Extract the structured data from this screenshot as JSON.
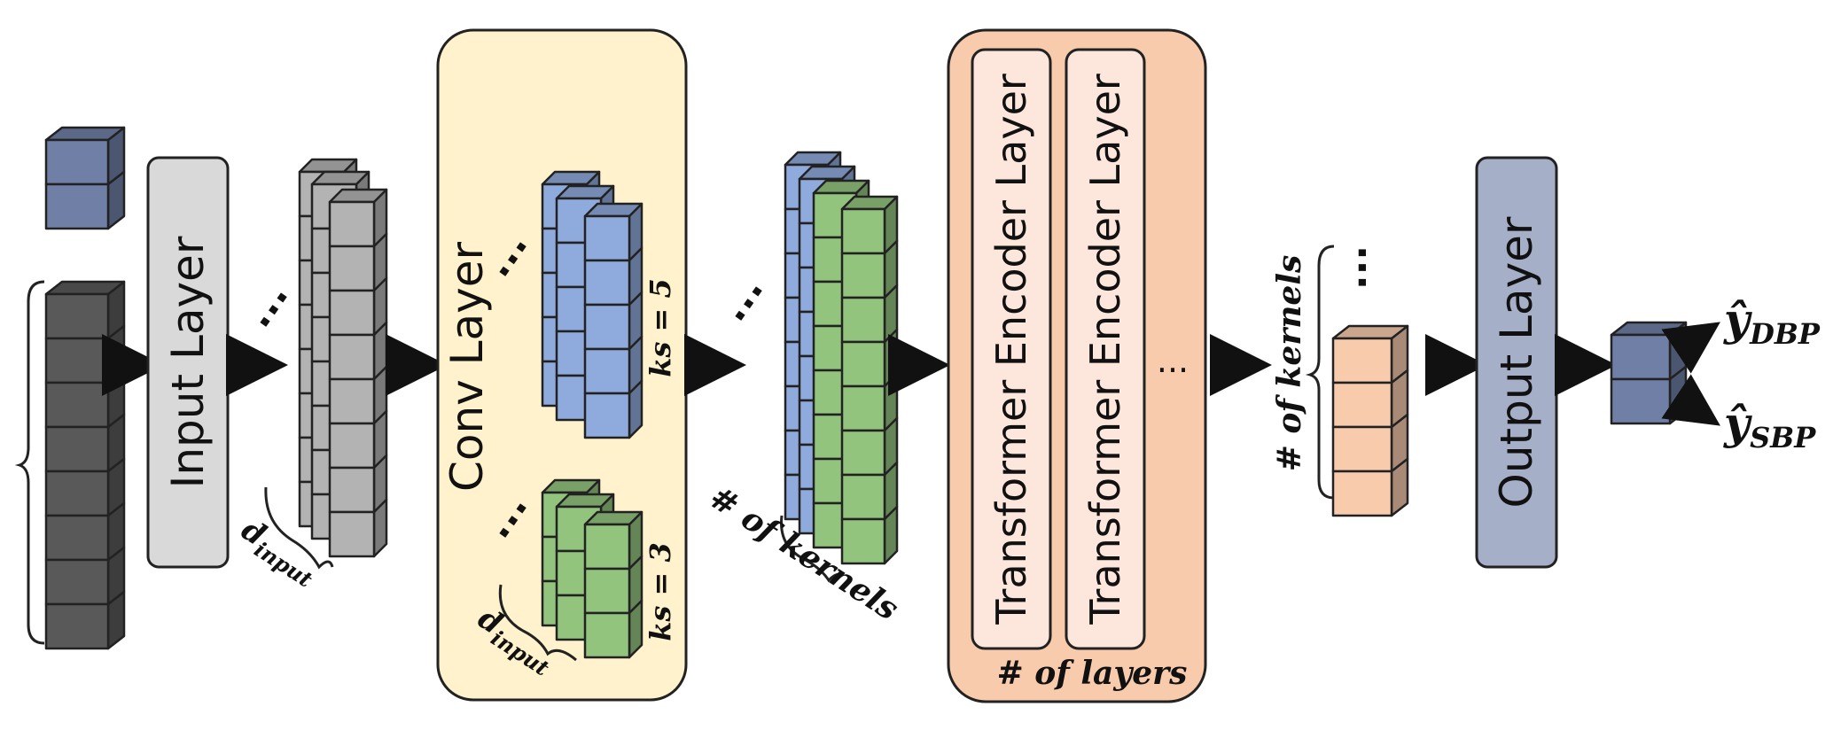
{
  "blocks": {
    "input_layer": "Input Layer",
    "conv_layer": "Conv Layer",
    "transformer_1": "Transformer Encoder Layer",
    "transformer_2": "Transformer Encoder Layer",
    "transformer_more": "...",
    "output_layer": "Output Layer",
    "layers_count": "# of layers"
  },
  "annotations": {
    "d_input_main": "d",
    "d_input_main_sub": "input",
    "d_input_conv": "d",
    "d_input_conv_sub": "input",
    "ks5": "ks = 5",
    "ks3": "ks = 3",
    "kernels_1": "# of kernels",
    "kernels_2": "# of kernels",
    "dots": "..."
  },
  "outputs": {
    "dbp_main": "ŷ",
    "dbp_sub": "DBP",
    "sbp_main": "ŷ",
    "sbp_sub": "SBP"
  },
  "colors": {
    "input_box": "#d9d9d9",
    "conv_panel": "#fff2cc",
    "transformer_panel": "#f8cbad",
    "transformer_inner": "#fde6dc",
    "output_box": "#a6afc8",
    "cube_dark": "#595959",
    "cube_gray": "#b3b3b3",
    "cube_blue": "#8faadc",
    "cube_green": "#93c47d",
    "cube_orange": "#f8cbad",
    "cube_navy": "#6f7fa6"
  }
}
